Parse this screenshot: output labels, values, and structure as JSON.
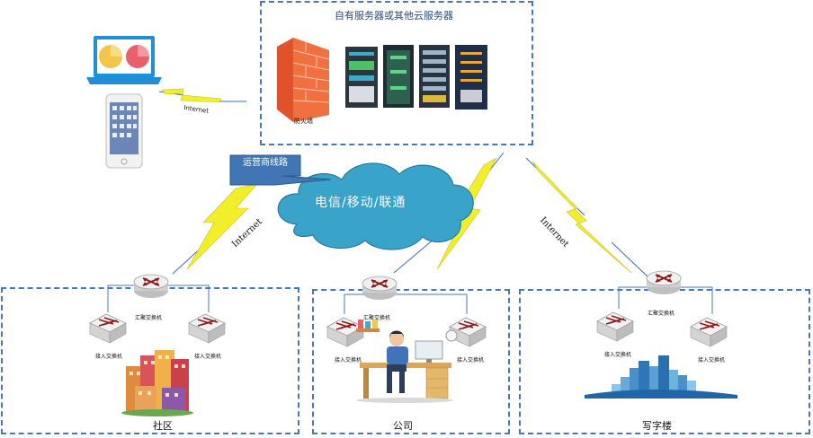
{
  "server_group": {
    "title": "自有服务器或其他云服务器",
    "firewall_label": "防火墙"
  },
  "carrier": {
    "callout": "运营商线路",
    "cloud_label": "电信/移动/联通"
  },
  "links": {
    "internet_label": "Internet"
  },
  "sites": {
    "community": {
      "label": "社区",
      "core_switch": "汇聚交换机",
      "access_switch": "接入交换机"
    },
    "company": {
      "label": "公司",
      "core_switch": "汇聚交换机",
      "access_switch": "接入交换机"
    },
    "office": {
      "label": "写字楼",
      "core_switch": "汇聚交换机",
      "access_switch": "接入交换机"
    }
  },
  "colors": {
    "dashed_border": "#4a78b0",
    "lightning": "#f2ee2a",
    "cloud": "#3aa3c9",
    "router": "#8c1c1c"
  }
}
